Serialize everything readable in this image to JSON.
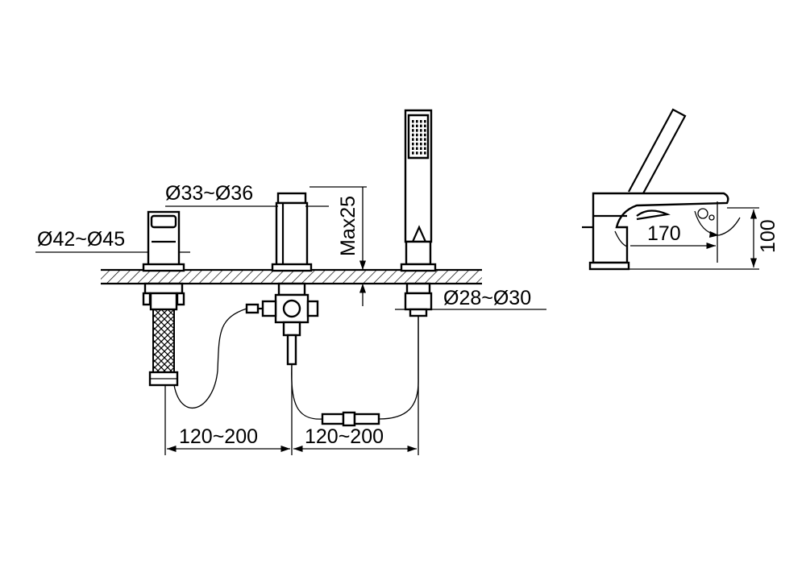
{
  "dimensions": {
    "spout_diameter": "Ø42~Ø45",
    "mixer_diameter": "Ø33~Ø36",
    "deck_thickness": "Max25",
    "handshower_diameter": "Ø28~Ø30",
    "spacing_left": "120~200",
    "spacing_right": "120~200",
    "spout_reach": "170",
    "spout_height": "100"
  },
  "colors": {
    "line": "#000000",
    "background": "#ffffff"
  }
}
